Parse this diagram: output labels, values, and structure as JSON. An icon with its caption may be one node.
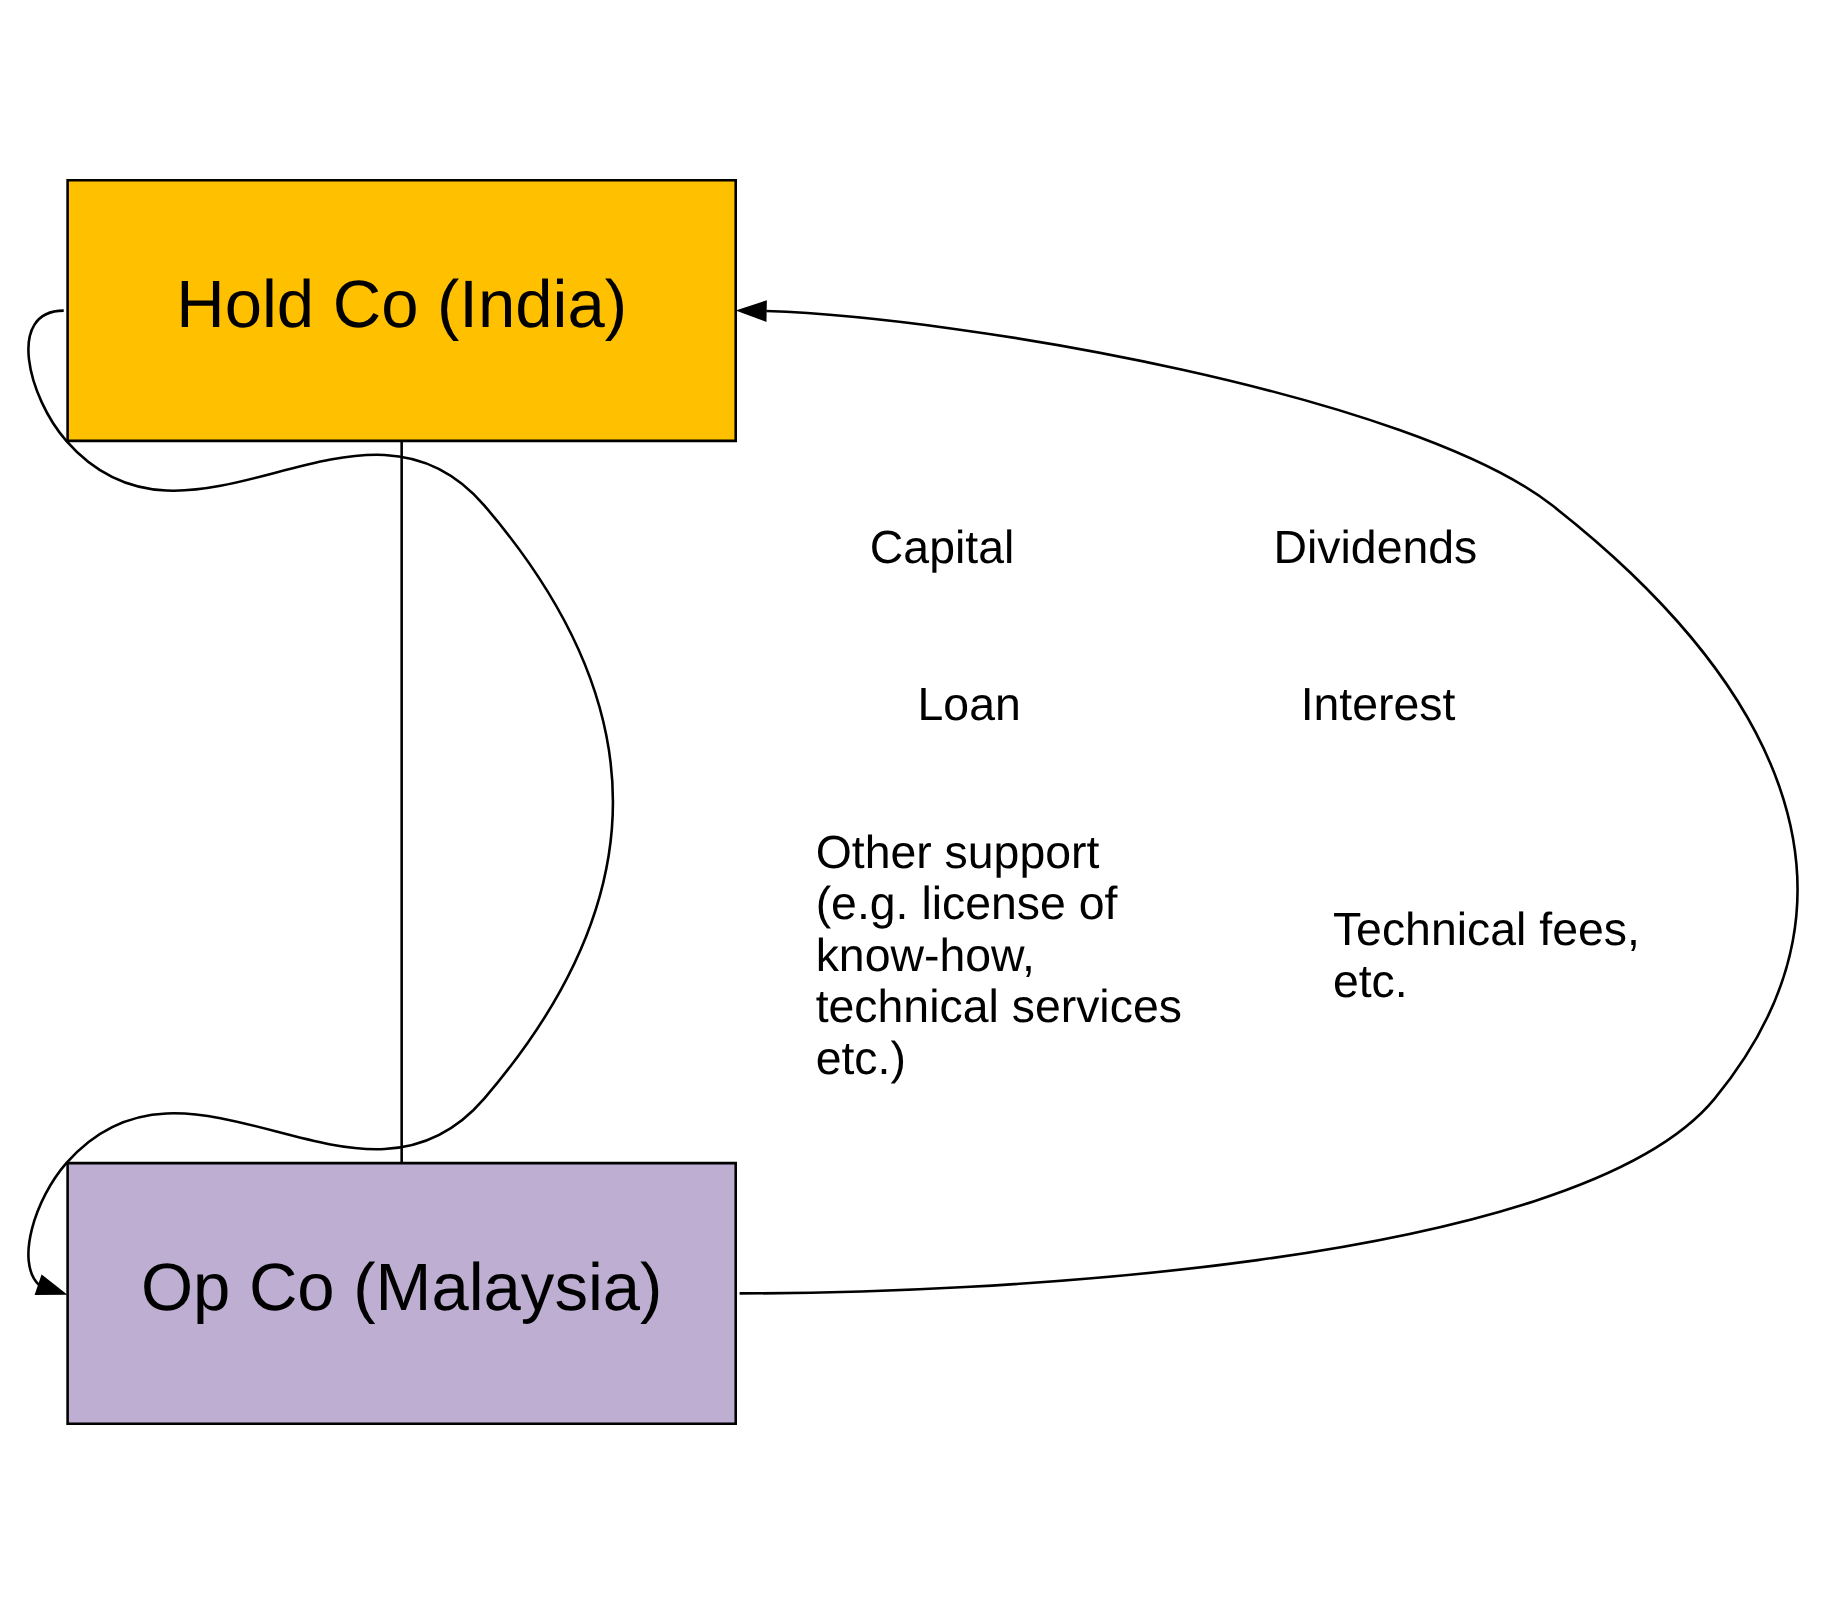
{
  "diagram": {
    "nodes": [
      {
        "text": [
          "Hold Co (India)"
        ]
      },
      {
        "text": [
          "Op Co (Malaysia)"
        ]
      }
    ],
    "edges": [
      {
        "from": 0,
        "to": 1,
        "arrow": "none"
      },
      {
        "from": 0,
        "to": 1,
        "arrow": "to"
      },
      {
        "from": 1,
        "to": 0,
        "arrow": "to"
      }
    ],
    "labels": [
      "Capital",
      "Loan",
      "Other support (e.g. license of know-how, technical services etc.)",
      "Dividends",
      "Interest",
      "Technical fees, etc."
    ]
  }
}
